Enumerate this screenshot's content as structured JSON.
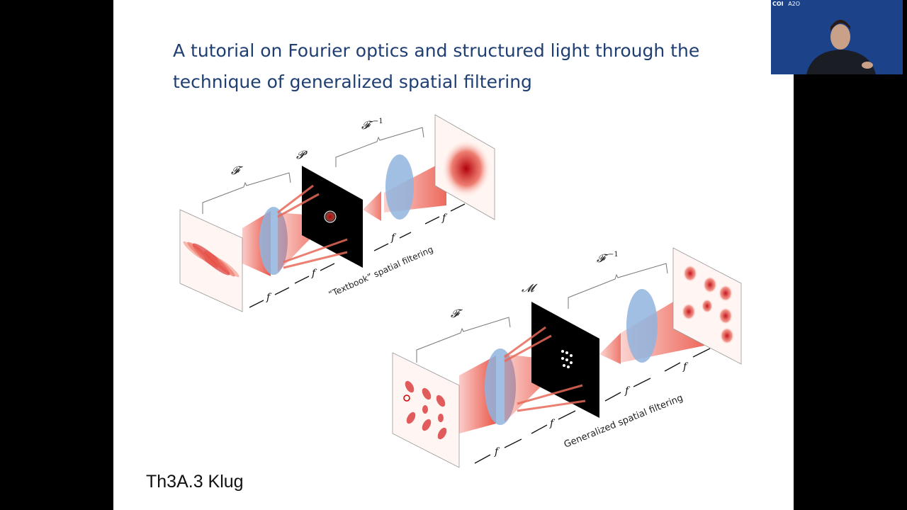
{
  "slide": {
    "title_line1": "A tutorial on Fourier optics and structured light through the",
    "title_line2": "technique of generalized spatial filtering",
    "footer": "Th3A.3 Klug"
  },
  "figure_top": {
    "label_F": "𝓕",
    "label_P": "𝓟",
    "label_Finv": "𝓕",
    "label_inv_sup": "−1",
    "focal": "f",
    "caption": "“Textbook” spatial filtering"
  },
  "figure_bottom": {
    "label_F": "𝓕",
    "label_M": "𝓜",
    "label_Finv": "𝓕",
    "label_inv_sup": "−1",
    "focal": "f",
    "caption": "Generalized spatial filtering"
  },
  "video": {
    "logo": "COI",
    "label": "A2O"
  },
  "colors": {
    "title": "#1f3f73",
    "beam": "#e83a2a",
    "lens": "#8fb4de"
  }
}
